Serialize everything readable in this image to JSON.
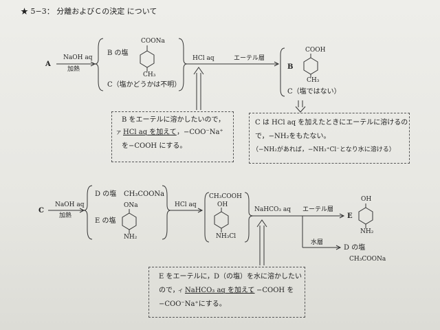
{
  "title": "★ 5−3： 分離およびＣの決定 について",
  "top": {
    "start": "A",
    "reagent1": "NaOH aq",
    "heat1": "加熱",
    "b_salt": "B の塩",
    "b_group": "COONa",
    "b_sub": "CH₃",
    "c_note": "C（塩かどうかは不明）",
    "reagent2": "HCl aq",
    "ether": "エーテル層",
    "b_label": "B",
    "b2_group": "COOH",
    "b2_sub": "CH₃",
    "c2_note": "C（塩ではない）",
    "box1": {
      "l1": "B をエーテルに溶かしたいので，",
      "mark": "ア",
      "l2a": "HCl aq を加えて",
      "l2b": "，−COO⁻Na⁺",
      "l3": "を−COOH にする。"
    },
    "box2": {
      "l1": "C は HCl aq を加えたときにエーテルに溶けるの",
      "l2": "で，−NH₂をもたない。",
      "l3": "（−NH₂があれば，−NH₃⁺Cl⁻となり水に溶ける）"
    }
  },
  "bottom": {
    "start": "C",
    "reagent1": "NaOH aq",
    "heat1": "加熱",
    "d_salt": "D の塩",
    "d_formula": "CH₃COONa",
    "e_salt": "E の塩",
    "e_top": "ONa",
    "e_bot": "NH₂",
    "reagent2": "HCl aq",
    "mid_formula": "CH₃COOH",
    "mid_top": "OH",
    "mid_bot": "NH₃Cl",
    "reagent3": "NaHCO₃ aq",
    "ether": "エーテル層",
    "e_label": "E",
    "e2_top": "OH",
    "e2_bot": "NH₂",
    "water": "水層",
    "d2_salt": "D の塩",
    "d2_formula": "CH₃COONa",
    "box3": {
      "l1": "E をエーテルに，D（の塩）を水に溶かしたい",
      "l2a": "ので，",
      "mark": "イ",
      "l2b": "NaHCO₃ aq を加えて",
      "l2c": "，−COOH を",
      "l3": "−COO⁻Na⁺にする。"
    }
  }
}
